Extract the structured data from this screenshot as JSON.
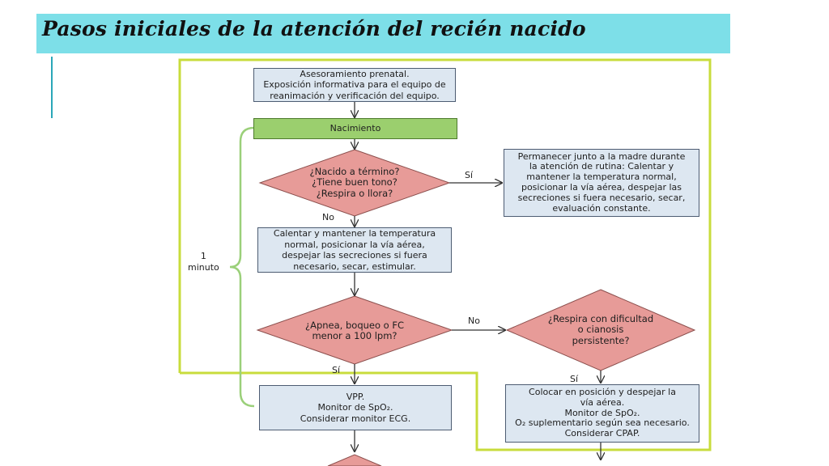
{
  "title": "Pasos iniciales de la atención del recién nacido",
  "colors": {
    "title_bar": "#7ddfe8",
    "frame_yellow_green": "#c8dc3c",
    "box_fill": "#dde7f1",
    "box_green": "#9bcf6e",
    "diamond_fill": "#e79b98",
    "brace_green": "#9bd07a",
    "accent": "#2aa7b8"
  },
  "flowchart": {
    "prenatal": "Asesoramiento prenatal.\nExposición informativa para el equipo de\nreanimación y verificación del equipo.",
    "birth": "Nacimiento",
    "q_term": "¿Nacido a término?\n¿Tiene buen tono?\n¿Respira o llora?",
    "routine": "Permanecer junto a la madre durante\nla atención de rutina: Calentar y\nmantener la temperatura normal,\nposicionar la vía aérea, despejar las\nsecreciones si fuera necesario, secar,\nevaluación constante.",
    "warm": "Calentar y mantener la temperatura\nnormal, posicionar la vía aérea,\ndespejar las secreciones si fuera\nnecesario, secar, estimular.",
    "q_apnea": "¿Apnea, boqueo o FC\nmenor a 100 lpm?",
    "q_breath": "¿Respira con dificultad\no cianosis\npersistente?",
    "vpp": "VPP.\nMonitor de SpO₂.\nConsiderar monitor ECG.",
    "cpap": "Colocar en posición y despejar la\nvía aérea.\nMonitor de SpO₂.\nO₂ suplementario según sea necesario.\nConsiderar CPAP.",
    "labels": {
      "si1": "Sí",
      "no1": "No",
      "no2": "No",
      "si2": "Sí",
      "si3": "Sí",
      "minute": "1\nminuto"
    }
  }
}
